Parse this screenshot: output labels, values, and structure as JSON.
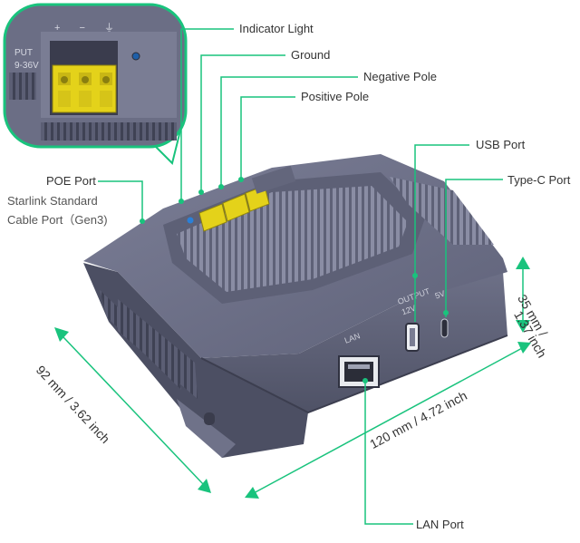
{
  "callouts": {
    "indicator_light": "Indicator Light",
    "ground": "Ground",
    "negative_pole": "Negative Pole",
    "positive_pole": "Positive Pole",
    "usb_port": "USB Port",
    "type_c_port": "Type-C Port",
    "poe_port": "POE Port",
    "starlink_line1": "Starlink Standard",
    "starlink_line2": "Cable Port（Gen3)",
    "lan_port": "LAN Port"
  },
  "dimensions": {
    "depth": "92 mm / 3.62 inch",
    "width": "120 mm / 4.72 inch",
    "height_line1": "35 mm /",
    "height_line2": "1.37 inch"
  },
  "device_markings": {
    "terminal_symbols": "+ − ⏚",
    "input_label": "PUT",
    "voltage_range": "9-36V",
    "output_label": "OUTPUT",
    "out_12v": "12V",
    "out_5v": "5V",
    "lan": "LAN"
  },
  "colors": {
    "accent": "#19c37d",
    "device_body": "#6a6d84",
    "terminal_yellow": "#e4d21a"
  }
}
